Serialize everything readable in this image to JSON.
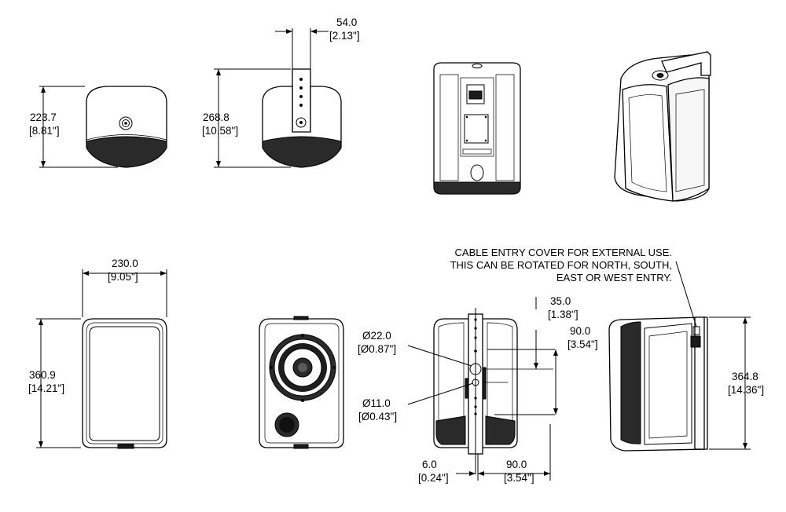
{
  "dimensions": {
    "top_depth": {
      "mm": "223.7",
      "in": "[8.81\"]"
    },
    "top_bracket_depth": {
      "mm": "268.8",
      "in": "[10.58\"]"
    },
    "bracket_width": {
      "mm": "54.0",
      "in": "[2.13\"]"
    },
    "front_width": {
      "mm": "230.0",
      "in": "[9.05\"]"
    },
    "front_height": {
      "mm": "360.9",
      "in": "[14.21\"]"
    },
    "hole_large": {
      "mm": "Ø22.0",
      "in": "[Ø0.87\"]"
    },
    "hole_small": {
      "mm": "Ø11.0",
      "in": "[Ø0.43\"]"
    },
    "offset_top": {
      "mm": "35.0",
      "in": "[1.38\"]"
    },
    "spacing_right": {
      "mm": "90.0",
      "in": "[3.54\"]"
    },
    "offset_bottom": {
      "mm": "6.0",
      "in": "[0.24\"]"
    },
    "spacing_bottom": {
      "mm": "90.0",
      "in": "[3.54\"]"
    },
    "side_height": {
      "mm": "364.8",
      "in": "[14.36\"]"
    }
  },
  "note": {
    "line1": "CABLE ENTRY COVER FOR EXTERNAL USE.",
    "line2": "THIS CAN BE ROTATED FOR NORTH, SOUTH,",
    "line3": "EAST OR WEST ENTRY."
  }
}
